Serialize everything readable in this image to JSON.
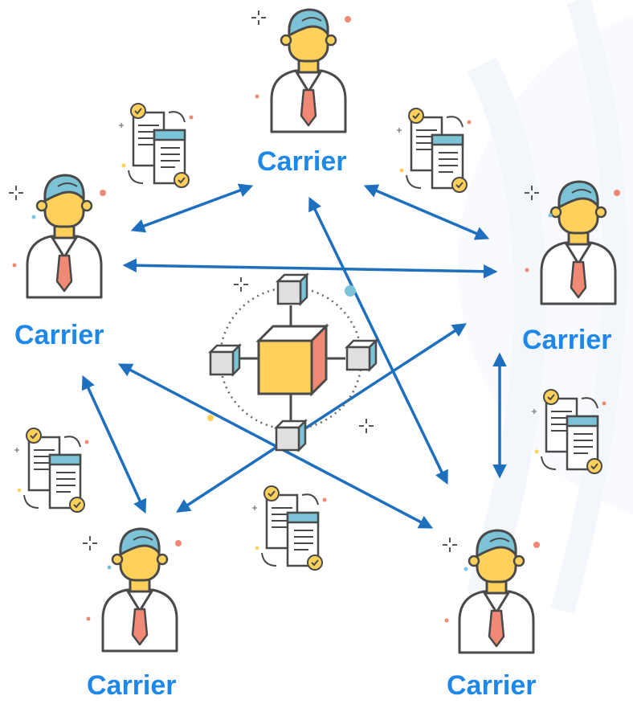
{
  "nodes": [
    {
      "id": "top",
      "label": "Carrier"
    },
    {
      "id": "left",
      "label": "Carrier"
    },
    {
      "id": "right",
      "label": "Carrier"
    },
    {
      "id": "bottom-left",
      "label": "Carrier"
    },
    {
      "id": "bottom-right",
      "label": "Carrier"
    }
  ],
  "hub": {
    "icon": "blockchain-network-icon"
  },
  "colors": {
    "arrow": "#1f6fbf",
    "label": "#1f87e8",
    "head": "#7cc3d8",
    "skin": "#ffd15a",
    "tie": "#f08a74",
    "outline": "#4a4a4a"
  }
}
